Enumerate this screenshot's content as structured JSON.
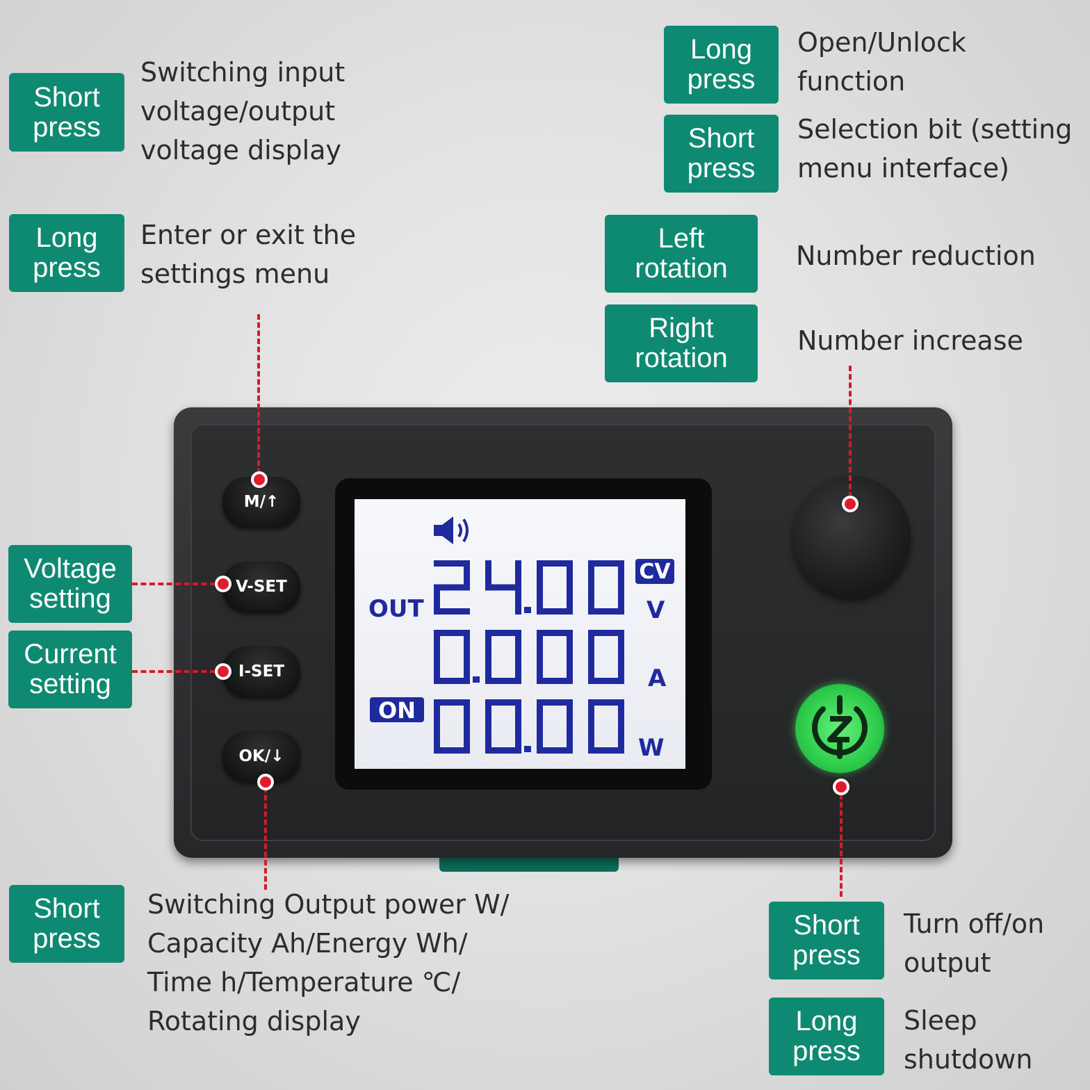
{
  "annotations": {
    "mode_short": {
      "badge": "Short\npress",
      "text": "Switching input\nvoltage/output\nvoltage display"
    },
    "mode_long": {
      "badge": "Long\npress",
      "text": "Enter or exit the\nsettings menu"
    },
    "knob_long": {
      "badge": "Long\npress",
      "text": "Open/Unlock\nfunction"
    },
    "knob_short": {
      "badge": "Short\npress",
      "text": "Selection bit (setting\nmenu interface)"
    },
    "knob_left": {
      "badge": "Left\nrotation",
      "text": "Number reduction"
    },
    "knob_right": {
      "badge": "Right\nrotation",
      "text": "Number increase"
    },
    "voltage": {
      "badge": "Voltage\nsetting"
    },
    "current": {
      "badge": "Current\nsetting"
    },
    "ok_short": {
      "badge": "Short\npress",
      "text": "Switching Output power W/\nCapacity Ah/Energy Wh/\nTime h/Temperature ℃/\nRotating display"
    },
    "power_short": {
      "badge": "Short\npress",
      "text": "Turn off/on\noutput"
    },
    "power_long": {
      "badge": "Long\npress",
      "text": "Sleep\nshutdown"
    }
  },
  "buttons": {
    "m": "M/↑",
    "vset": "V-SET",
    "iset": "I-SET",
    "ok": "OK/↓"
  },
  "lcd": {
    "out_label": "OUT",
    "on_label": "ON",
    "cv_label": "CV",
    "voltage": "24.00",
    "voltage_unit": "V",
    "current": "0.000",
    "current_unit": "A",
    "power": "00.00",
    "power_unit": "W"
  },
  "colors": {
    "badge": "#0f8a72",
    "leader": "#d61a2c",
    "lcd_segment": "#1f2a9e",
    "power_button": "#2ecc4b"
  },
  "icons": [
    "speaker-icon",
    "power-z-icon"
  ]
}
